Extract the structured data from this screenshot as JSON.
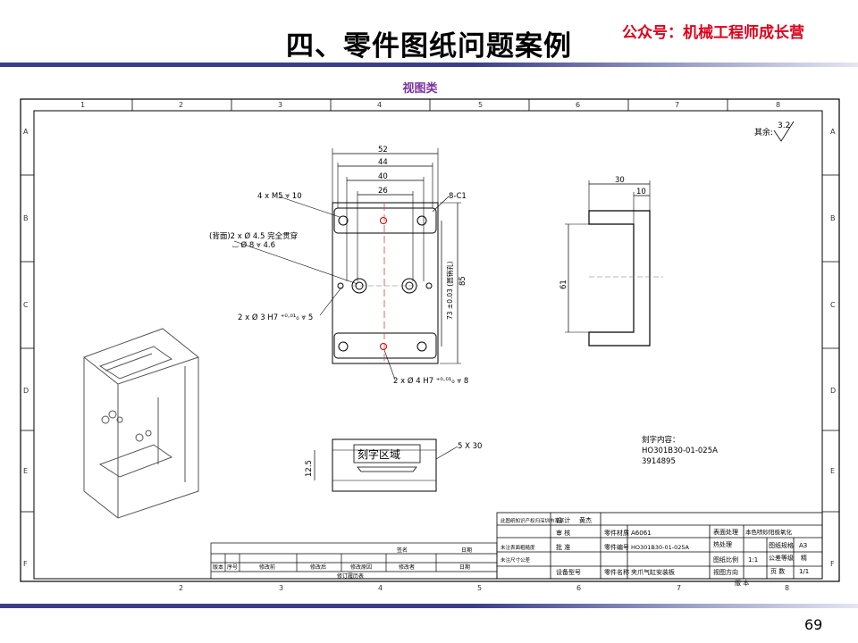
{
  "slide": {
    "title": "四、零件图纸问题案例",
    "wechat": "公众号：机械工程师成长营",
    "subtitle": "视图类",
    "page_number": "69"
  },
  "drawing": {
    "grid_top": [
      "1",
      "2",
      "3",
      "4",
      "5",
      "6",
      "7",
      "8"
    ],
    "grid_bottom": [
      "2",
      "3",
      "4",
      "5",
      "6",
      "7",
      "8"
    ],
    "grid_side": [
      "A",
      "B",
      "C",
      "D",
      "E",
      "F"
    ],
    "roughness_label": "其余:",
    "roughness_value": "3.2",
    "dims": {
      "d52": "52",
      "d44": "44",
      "d40": "40",
      "d26": "26",
      "d85": "85",
      "d73": "73 ±0.03 (圆销孔)",
      "d30": "30",
      "d10": "10",
      "d61": "61",
      "d12_5": "12.5"
    },
    "callouts": {
      "m5": "4 x  M5 ⩔ 10",
      "chamfer": "8-C1",
      "back1": "(背面)2 x Ø 4.5 完全贯穿",
      "back2": "⌴ Ø 8 ⩔ 4.6",
      "h7_3": "2 x Ø 3 H7 ⁺⁰·⁰¹₀ ⩔ 5",
      "h7_4": "2 x Ø 4 H7 ⁺⁰·⁰¹₀ ⩔ 8",
      "engrave_box": "刻字区域",
      "engrave_size": "5 X 30"
    },
    "engrave_note": {
      "heading": "刻字内容：",
      "line1": "HO301B30-01-025A",
      "line2": "3914895"
    },
    "title_block": {
      "design": "设 计",
      "designer": "黄杰",
      "review": "审 核",
      "approve": "批 准",
      "material_label": "零件材质",
      "material": "A6061",
      "part_no_label": "零件编号",
      "part_no": "HO301B30-01-025A",
      "part_name_label": "零件名称",
      "part_name": "夹爪气缸安装板",
      "surface_label": "表面处理",
      "surface": "本色喷砂阳极氧化",
      "heat_label": "热处理",
      "scale_label": "图纸比例",
      "scale": "1:1",
      "size_label": "图纸规格",
      "size": "A3",
      "view_label": "视图方向",
      "tol_label": "公差等级",
      "tol": "精",
      "pages_label": "页 数",
      "pages": "1/1",
      "version_label": "版 本",
      "equip_label": "设备型号",
      "general_tol": "未注表面粗糙度",
      "linear_tol": "未注尺寸公差",
      "corp_text": "此图纸知识产权归深圳市某某"
    },
    "revision": {
      "label": "修订履历表",
      "cols": [
        "版本",
        "序号",
        "修改前",
        "修改后",
        "修改原因",
        "修改者",
        "日期"
      ],
      "sign": "签名",
      "date_head": "日期"
    }
  }
}
